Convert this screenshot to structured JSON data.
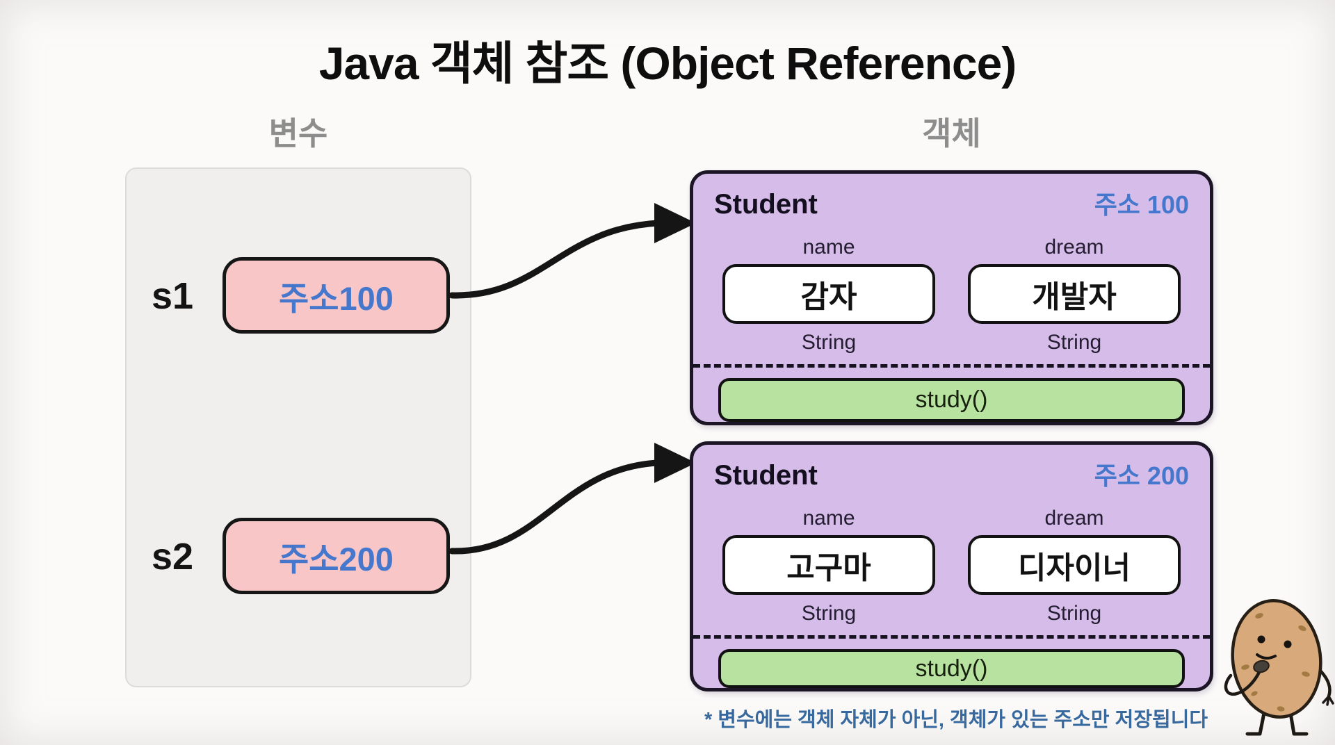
{
  "title": "Java 객체 참조 (Object Reference)",
  "headings": {
    "variables": "변수",
    "objects": "객체"
  },
  "variables": [
    {
      "label": "s1",
      "value": "주소100"
    },
    {
      "label": "s2",
      "value": "주소200"
    }
  ],
  "objects": [
    {
      "class_name": "Student",
      "address": "주소 100",
      "fields": [
        {
          "name": "name",
          "value": "감자",
          "type": "String"
        },
        {
          "name": "dream",
          "value": "개발자",
          "type": "String"
        }
      ],
      "method": "study()"
    },
    {
      "class_name": "Student",
      "address": "주소 200",
      "fields": [
        {
          "name": "name",
          "value": "고구마",
          "type": "String"
        },
        {
          "name": "dream",
          "value": "디자이너",
          "type": "String"
        }
      ],
      "method": "study()"
    }
  ],
  "footnote": "* 변수에는 객체 자체가 아닌, 객체가 있는 주소만 저장됩니다",
  "colors": {
    "pink_chip": "#f9c6c8",
    "purple_card": "#d5bce9",
    "green_method": "#b7e2a0",
    "address_blue": "#4577cd",
    "footnote_blue": "#38699e",
    "heading_gray": "#8d8d8d"
  }
}
